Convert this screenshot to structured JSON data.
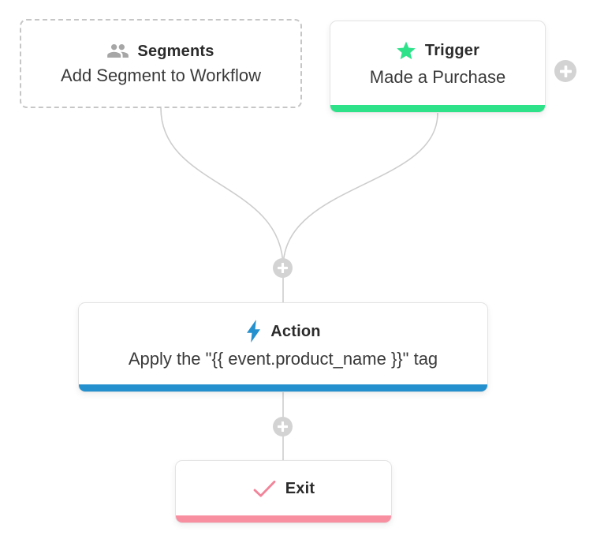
{
  "app": {
    "view": "workflow-canvas"
  },
  "colors": {
    "background": "#ffffff",
    "connector": "#cdcdcd",
    "plus_bg": "#d3d3d3",
    "plus_glyph": "#ffffff",
    "node_border": "#e3e3e3",
    "dashed_border": "#c6c6c6",
    "title_text": "#2b2b2b",
    "subtitle_text": "#3a3a3a",
    "segments_icon_gray": "#a6a6a6",
    "trigger_green": "#2ee28a",
    "action_blue": "#2490cd",
    "exit_bar_pink": "#f88fa1",
    "exit_check_pink": "#f2849a"
  },
  "nodes": {
    "segments": {
      "title": "Segments",
      "subtitle": "Add Segment to Workflow",
      "icon": "people-icon",
      "style": "dashed"
    },
    "trigger": {
      "title": "Trigger",
      "subtitle": "Made a Purchase",
      "icon": "star-icon",
      "accent": "#2ee28a"
    },
    "action": {
      "title": "Action",
      "subtitle": "Apply the \"{{ event.product_name }}\" tag",
      "icon": "lightning-icon",
      "accent": "#2490cd"
    },
    "exit": {
      "title": "Exit",
      "icon": "check-icon",
      "accent": "#f88fa1"
    }
  },
  "connectors": [
    "segments-to-merge",
    "trigger-to-merge",
    "merge-to-action",
    "action-to-exit"
  ]
}
